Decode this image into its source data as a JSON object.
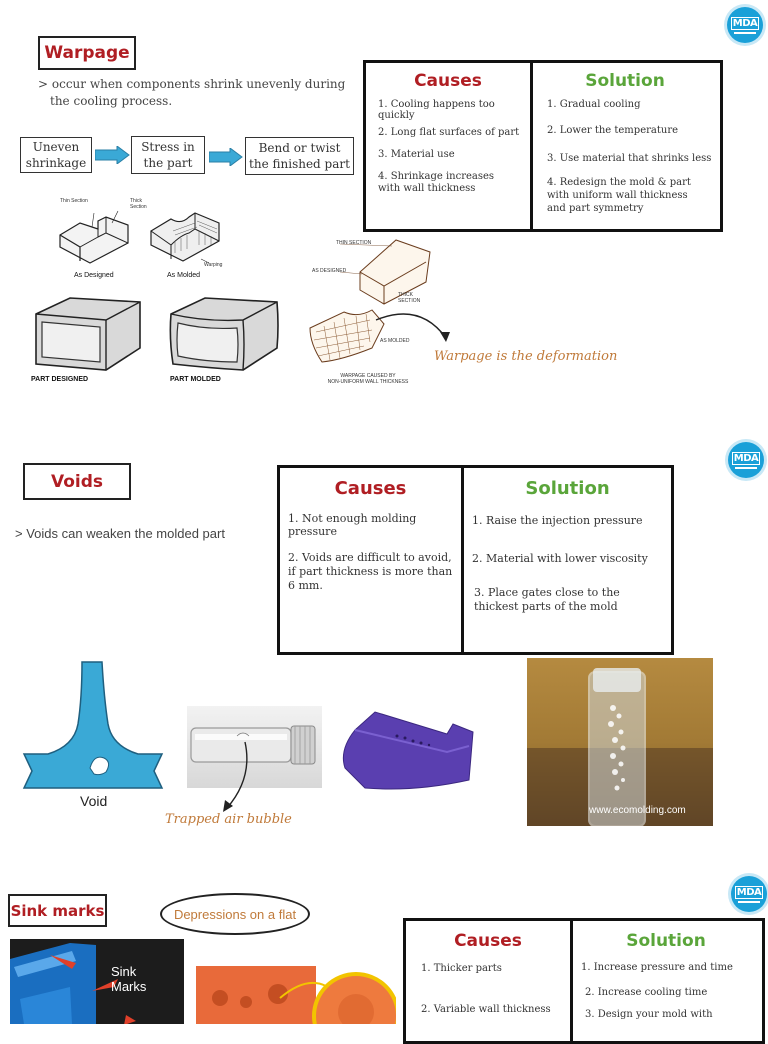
{
  "logo": {
    "text": "MDA"
  },
  "warpage": {
    "title": "Warpage",
    "desc_line1": "> occur when components shrink unevenly during",
    "desc_line2": "the cooling process.",
    "flow": [
      {
        "line1": "Uneven",
        "line2": "shrinkage"
      },
      {
        "line1": "Stress in",
        "line2": "the part"
      },
      {
        "line1": "Bend or twist",
        "line2": "the finished part"
      }
    ],
    "diagram_labels": {
      "thin_section": "Thin Section",
      "thick_section": "Thick Section",
      "warping": "Warping",
      "as_designed": "As Designed",
      "as_molded": "As Molded",
      "part_designed": "PART DESIGNED",
      "part_molded": "PART MOLDED",
      "thin_section_caps": "THIN SECTION",
      "as_designed_caps": "AS DESIGNED",
      "thick_section_caps": "THICK SECTION",
      "as_molded_caps": "AS MOLDED",
      "warpage_caused_by": "WARPAGE CAUSED BY",
      "non_uniform": "NON-UNIFORM WALL THICKNESS"
    },
    "note": "Warpage is the deformation",
    "causes_title": "Causes",
    "solution_title": "Solution",
    "causes": [
      "1. Cooling happens too quickly",
      "2. Long flat surfaces of part",
      "3. Material use",
      "4. Shrinkage increases with wall thickness"
    ],
    "solutions": [
      "1. Gradual cooling",
      "2. Lower the temperature",
      "3. Use material that shrinks less",
      "4. Redesign the mold & part with uniform wall thickness and part symmetry"
    ]
  },
  "voids": {
    "title": "Voids",
    "desc": "> Voids can weaken the molded part",
    "causes_title": "Causes",
    "solution_title": "Solution",
    "causes": [
      "1. Not enough molding pressure",
      "2. Voids are difficult to avoid, if part thickness is more than 6 mm."
    ],
    "solutions": [
      "1. Raise the injection pressure",
      "2. Material with lower viscosity",
      "3. Place gates close to the thickest parts of the mold"
    ],
    "void_label": "Void",
    "note": "Trapped air bubble",
    "watermark": "www.ecomolding.com"
  },
  "sink": {
    "title": "Sink marks",
    "oval": "Depressions on a flat",
    "photo_label_line1": "Sink",
    "photo_label_line2": "Marks",
    "causes_title": "Causes",
    "solution_title": "Solution",
    "causes": [
      "1. Thicker parts",
      "2. Variable wall thickness"
    ],
    "solutions": [
      "1. Increase pressure and time",
      "2. Increase cooling time",
      "3. Design your mold with"
    ]
  },
  "colors": {
    "title_red": "#b01e23",
    "solution_green": "#5aa53a",
    "accent_blue": "#3aa9d6",
    "note_orange": "#c07a3a"
  }
}
